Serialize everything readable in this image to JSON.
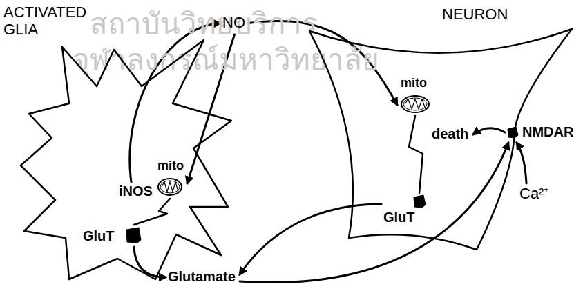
{
  "diagram": {
    "nodes": [
      {
        "text": [
          "ACTIVATED GLIA"
        ]
      },
      {
        "text": [
          "NO"
        ]
      },
      {
        "text": [
          "NEURON"
        ]
      },
      {
        "text": [
          "mito"
        ],
        "in": 0
      },
      {
        "text": [
          "iNOS"
        ],
        "in": 0
      },
      {
        "text": [
          "mito"
        ],
        "in": 2
      },
      {
        "text": [
          "death"
        ],
        "in": 2
      },
      {
        "text": [
          "NMDAR"
        ],
        "in": 2
      },
      {
        "text": [
          "Ca²⁺"
        ]
      },
      {
        "text": [
          "GluT"
        ],
        "in": 0
      },
      {
        "text": [
          "GluT"
        ],
        "in": 2
      },
      {
        "text": [
          "Glutamate"
        ]
      }
    ],
    "edges": [
      {
        "from": 4,
        "to": 1,
        "arrow": "to"
      },
      {
        "from": 1,
        "to": 3,
        "arrow": "to"
      },
      {
        "from": 1,
        "to": 5,
        "arrow": "to"
      },
      {
        "from": 3,
        "to": 9,
        "arrow": "none"
      },
      {
        "from": 9,
        "to": 11,
        "arrow": "to"
      },
      {
        "from": 5,
        "to": 10,
        "arrow": "none"
      },
      {
        "from": 10,
        "to": 11,
        "arrow": "to"
      },
      {
        "from": 11,
        "to": 7,
        "arrow": "to"
      },
      {
        "from": 8,
        "to": 7,
        "arrow": "to"
      },
      {
        "from": 7,
        "to": 6,
        "arrow": "to"
      }
    ],
    "labels": [
      "สถาบันวิทยบริการ",
      "จุฬาลงกรณ์มหาวิทยาลัย"
    ]
  }
}
